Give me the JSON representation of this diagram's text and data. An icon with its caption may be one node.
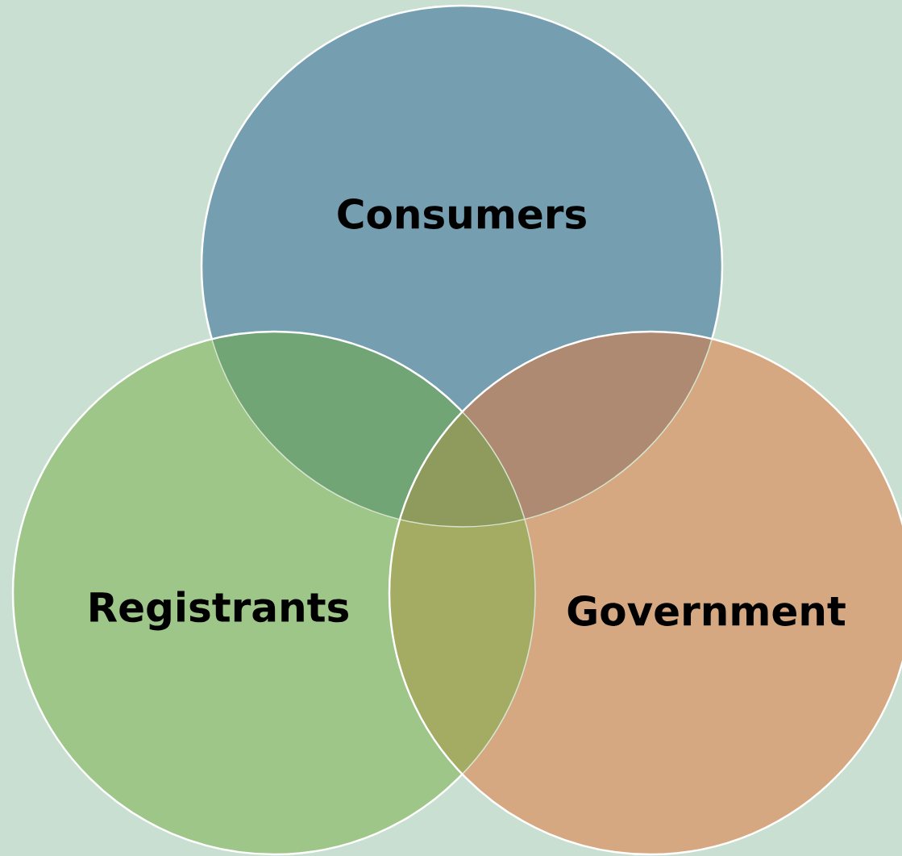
{
  "diagram": {
    "nodes": [
      {
        "text": [
          "Consumers"
        ]
      },
      {
        "text": [
          "Registrants"
        ]
      },
      {
        "text": [
          "Government"
        ]
      }
    ]
  }
}
